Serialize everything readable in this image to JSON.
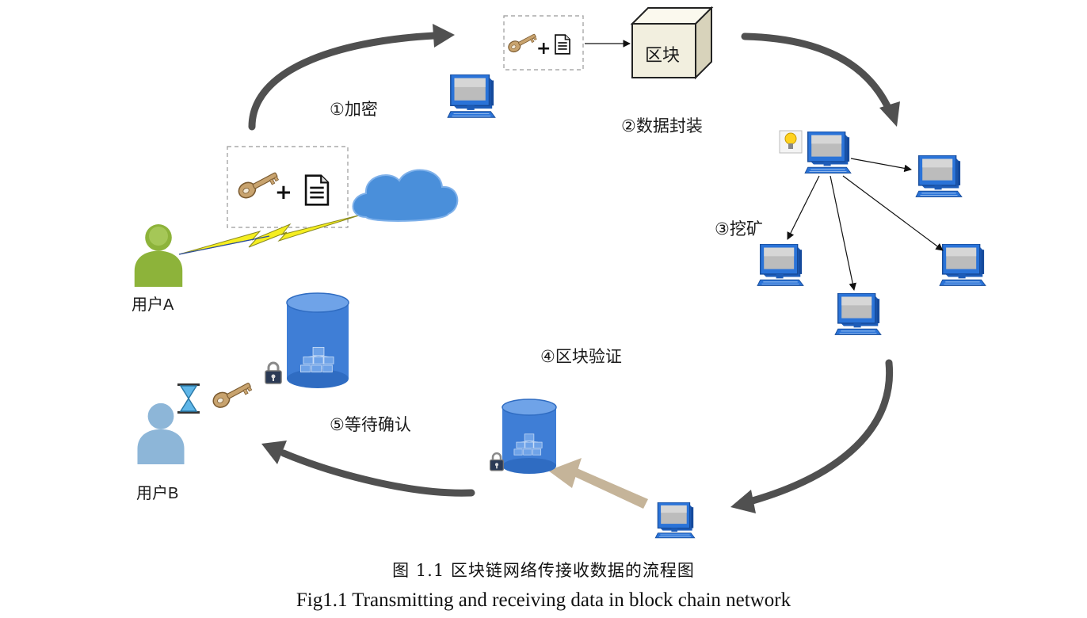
{
  "labels": {
    "step1": "①加密",
    "step2": "②数据封装",
    "step3": "③挖矿",
    "step4": "④区块验证",
    "step5": "⑤等待确认",
    "block": "区块",
    "user_a": "用户A",
    "user_b": "用户B"
  },
  "caption": {
    "cn": "图 1.1  区块链网络传接收数据的流程图",
    "en": "Fig1.1 Transmitting and receiving data in block chain network"
  },
  "colors": {
    "flow_arrow": "#505050",
    "verify_arrow": "#c5b499",
    "computer_blue": "#2a6fd0",
    "cylinder_blue": "#3f7ed6",
    "cloud_blue": "#4a8fda",
    "user_a_green": "#8db33a",
    "user_b_blue": "#8db6d8",
    "lightning": "#f5ee20"
  },
  "icons": [
    "key-icon",
    "document-icon",
    "cloud-icon",
    "computer-icon",
    "database-icon",
    "padlock-icon",
    "hourglass-icon",
    "lightbulb-icon",
    "user-icon",
    "block-cube-icon"
  ]
}
